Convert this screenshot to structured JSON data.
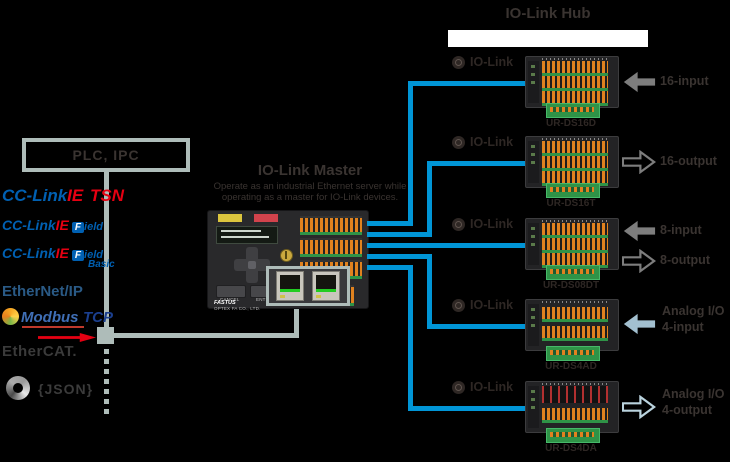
{
  "colors": {
    "background": "#000000",
    "blue_line": "#0095d6",
    "gray_line": "#aebcb9",
    "dark_text": "#3a3431",
    "hub_text": "#2e2724",
    "arrow_gray": "#7d7d7d",
    "arrow_blue": "#a3c0d0",
    "arrow_blue_light": "#bad3de",
    "logo_blue": "#0060b2",
    "logo_red": "#e60012",
    "enip_blue": "#2a5a86",
    "modbus_blue": "#3f6eb5"
  },
  "plc": {
    "label": "PLC, IPC"
  },
  "protocols": {
    "cclink_tsn": {
      "brand": "CC-Link",
      "ie": "IE",
      "suffix": "TSN"
    },
    "cclink_field": {
      "brand": "CC-Link",
      "ie": "IE",
      "f": "F",
      "suffix": "ield"
    },
    "cclink_field_basic": {
      "brand": "CC-Link",
      "ie": "IE",
      "f": "F",
      "suffix": "ield",
      "sub": "Basic"
    },
    "ethernet_ip": {
      "label": "EtherNet/IP"
    },
    "modbus": {
      "brand": "Modbus",
      "suffix": "TCP"
    },
    "ethercat": {
      "label": "EtherCAT."
    },
    "json": {
      "label": "{JSON}"
    }
  },
  "master": {
    "title": "IO-Link Master",
    "description_line1": "Operate as an industrial Ethernet server while",
    "description_line2": "operating as a master for IO-Link devices.",
    "cancel_button": "CANCEL",
    "enter_button": "ENTER",
    "brand_logo": "FASTUS",
    "brand": "OPTEX FA CO., LTD."
  },
  "hub_section": {
    "title": "IO-Link Hub"
  },
  "hubs": [
    {
      "io_label": "IO-Link",
      "model": "UR-DS16D",
      "arrow1": {
        "direction": "left",
        "style": "solid",
        "label": "16-input"
      }
    },
    {
      "io_label": "IO-Link",
      "model": "UR-DS16T",
      "arrow1": {
        "direction": "right",
        "style": "hollow",
        "label": "16-output"
      }
    },
    {
      "io_label": "IO-Link",
      "model": "UR-DS08DT",
      "arrow1": {
        "direction": "left",
        "style": "solid",
        "label": "8-input"
      },
      "arrow2": {
        "direction": "right",
        "style": "hollow",
        "label": "8-output"
      }
    },
    {
      "io_label": "IO-Link",
      "model": "UR-DS4AD",
      "arrow1": {
        "direction": "left",
        "style": "solid-analog",
        "label_line1": "Analog I/O",
        "label_line2": "4-input"
      }
    },
    {
      "io_label": "IO-Link",
      "model": "UR-DS4DA",
      "arrow1": {
        "direction": "right",
        "style": "hollow-analog",
        "label_line1": "Analog I/O",
        "label_line2": "4-output"
      }
    }
  ]
}
